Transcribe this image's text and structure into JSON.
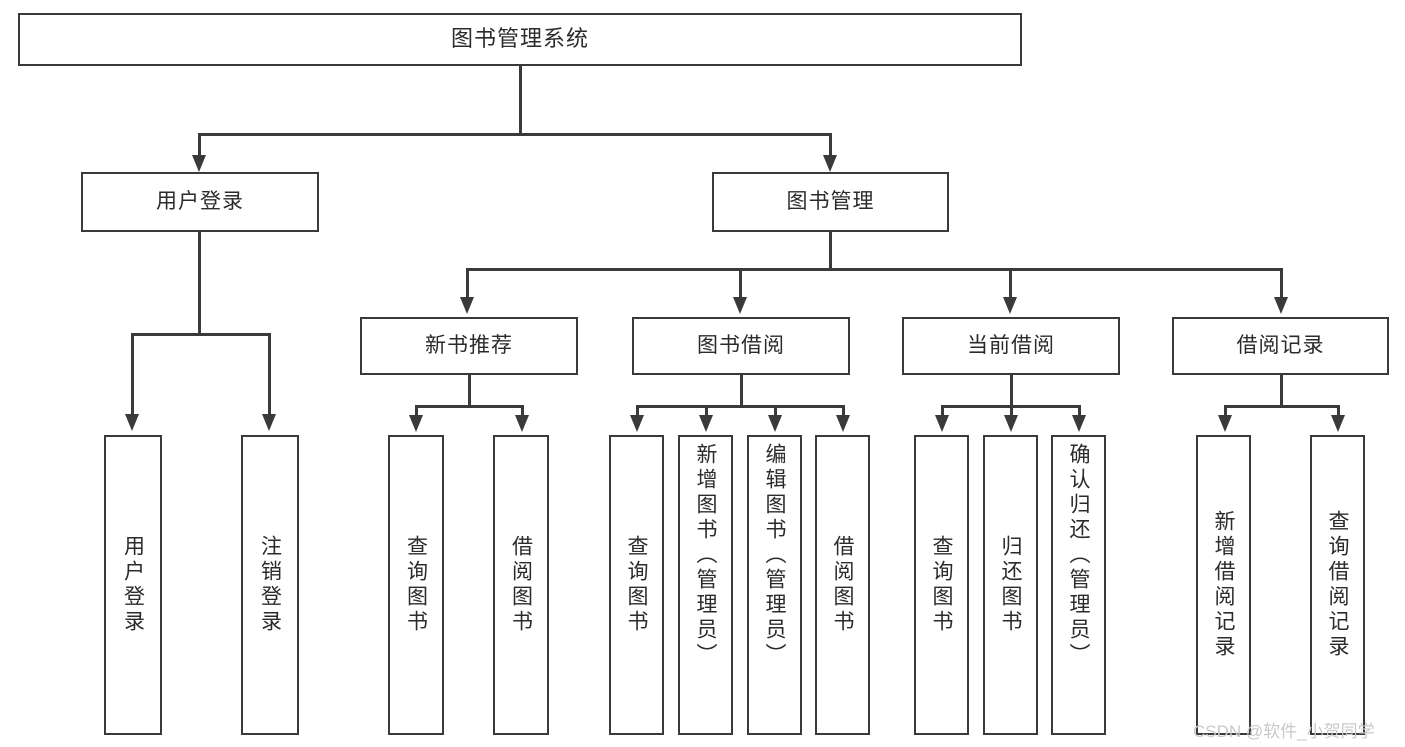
{
  "diagram": {
    "title": "图书管理系统",
    "type": "tree",
    "root": {
      "label": "图书管理系统"
    },
    "level1": [
      {
        "label": "用户登录"
      },
      {
        "label": "图书管理"
      }
    ],
    "level2": [
      {
        "label": "新书推荐"
      },
      {
        "label": "图书借阅"
      },
      {
        "label": "当前借阅"
      },
      {
        "label": "借阅记录"
      }
    ],
    "leaves": {
      "user_login": [
        {
          "label": "用户登录"
        },
        {
          "label": "注销登录"
        }
      ],
      "new_book_recommend": [
        {
          "label": "查询图书"
        },
        {
          "label": "借阅图书"
        }
      ],
      "book_borrow": [
        {
          "label": "查询图书"
        },
        {
          "label": "新增图书（管理员）"
        },
        {
          "label": "编辑图书（管理员）"
        },
        {
          "label": "借阅图书"
        }
      ],
      "current_borrow": [
        {
          "label": "查询图书"
        },
        {
          "label": "归还图书"
        },
        {
          "label": "确认归还（管理员）"
        }
      ],
      "borrow_record": [
        {
          "label": "新增借阅记录"
        },
        {
          "label": "查询借阅记录"
        }
      ]
    }
  },
  "watermark": {
    "text": "CSDN @软件_小贺同学"
  },
  "colors": {
    "stroke": "#3a3a3a",
    "text": "#2b2b2b",
    "background": "#ffffff",
    "watermark": "#c9c9c9"
  }
}
